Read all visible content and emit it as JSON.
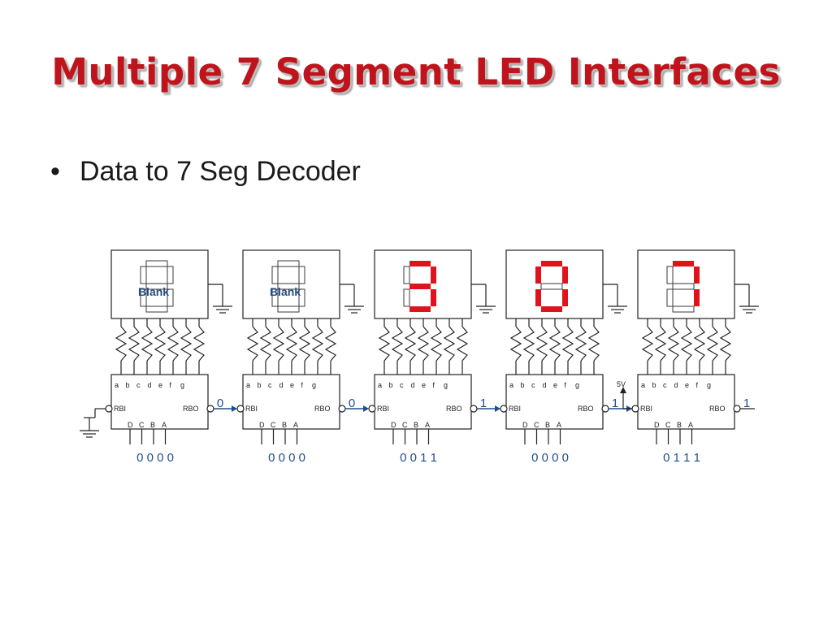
{
  "slide": {
    "title": "Multiple 7 Segment LED Interfaces",
    "bullet_glyph": "•",
    "bullet": "Data to 7 Seg Decoder"
  },
  "colors": {
    "title": "#c0141c",
    "segment_on": "#e0121b",
    "segment_off": "#3a3a3a",
    "line": "#222222",
    "label_blue": "#1f4e8c",
    "blank_label": "#2a4d82"
  },
  "decoder": {
    "pins_top": [
      "a",
      "b",
      "c",
      "d",
      "e",
      "f",
      "g"
    ],
    "rbi": "RBI",
    "rbo": "RBO",
    "pins_bottom": [
      "D",
      "C",
      "B",
      "A"
    ]
  },
  "stages": [
    {
      "display": "blank",
      "blank_label": "Blank",
      "input_bits": "0 0 0 0",
      "rbo_value": "0",
      "rbi_source": "ground"
    },
    {
      "display": "blank",
      "blank_label": "Blank",
      "input_bits": "0 0 0 0",
      "rbo_value": "0",
      "rbi_source": "chain"
    },
    {
      "display": "3",
      "blank_label": "",
      "input_bits": "0 0 1 1",
      "rbo_value": "1",
      "rbi_source": "chain"
    },
    {
      "display": "0",
      "blank_label": "",
      "input_bits": "0 0 0 0",
      "rbo_value": "1",
      "rbi_source": "chain"
    },
    {
      "display": "7",
      "blank_label": "",
      "input_bits": "0 1 1 1",
      "rbo_value": "1",
      "rbi_source": "5V",
      "supply_label": "5V"
    }
  ]
}
